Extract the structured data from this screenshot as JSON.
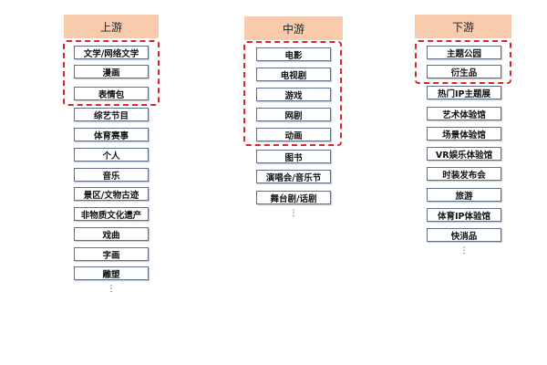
{
  "upstream": {
    "title": "上游",
    "items": [
      "文学/网络文学",
      "漫画",
      "表情包",
      "综艺节目",
      "体育赛事",
      "个人",
      "音乐",
      "景区/文物古迹",
      "非物质文化遗产",
      "戏曲",
      "字画",
      "雕塑"
    ],
    "more": "⋮"
  },
  "midstream": {
    "title": "中游",
    "items": [
      "电影",
      "电视剧",
      "游戏",
      "网剧",
      "动画",
      "图书",
      "演唱会/音乐节",
      "舞台剧/话剧"
    ],
    "more": "⋮"
  },
  "downstream": {
    "title": "下游",
    "items": [
      "主题公园",
      "衍生品",
      "热门IP主题展",
      "艺术体验馆",
      "场景体验馆",
      "VR娱乐体验馆",
      "时装发布会",
      "旅游",
      "体育IP体验馆",
      "快消品"
    ],
    "more": "⋮"
  },
  "colors": {
    "header": "#f8cbad",
    "highlight": "#d9262e",
    "border": "#5f6f87"
  }
}
